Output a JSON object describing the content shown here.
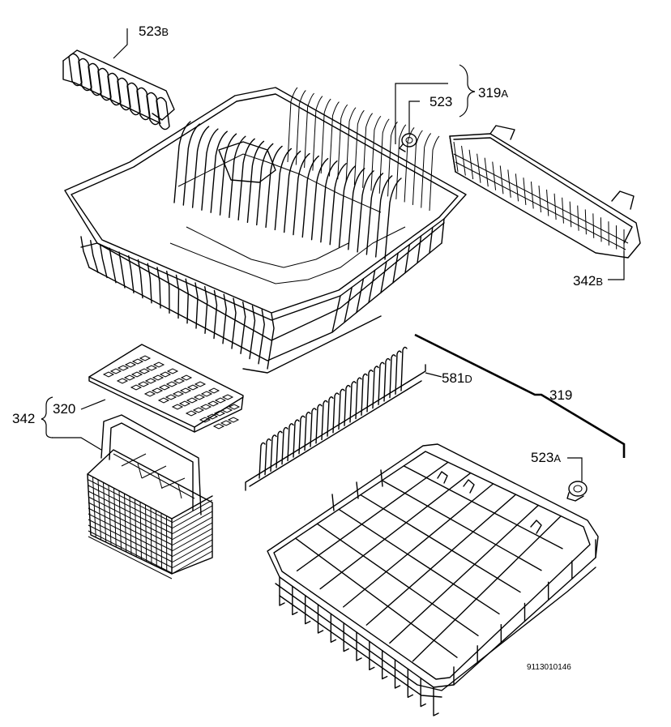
{
  "diagram": {
    "labels": {
      "l523b": {
        "num": "523",
        "suffix": "B"
      },
      "l523": {
        "num": "523",
        "suffix": ""
      },
      "l319a": {
        "num": "319",
        "suffix": "A"
      },
      "l342b": {
        "num": "342",
        "suffix": "B"
      },
      "l581d": {
        "num": "581",
        "suffix": "D"
      },
      "l319": {
        "num": "319",
        "suffix": ""
      },
      "l320": {
        "num": "320",
        "suffix": ""
      },
      "l342": {
        "num": "342",
        "suffix": ""
      },
      "l523a": {
        "num": "523",
        "suffix": "A"
      }
    },
    "reference": "9113010146"
  }
}
